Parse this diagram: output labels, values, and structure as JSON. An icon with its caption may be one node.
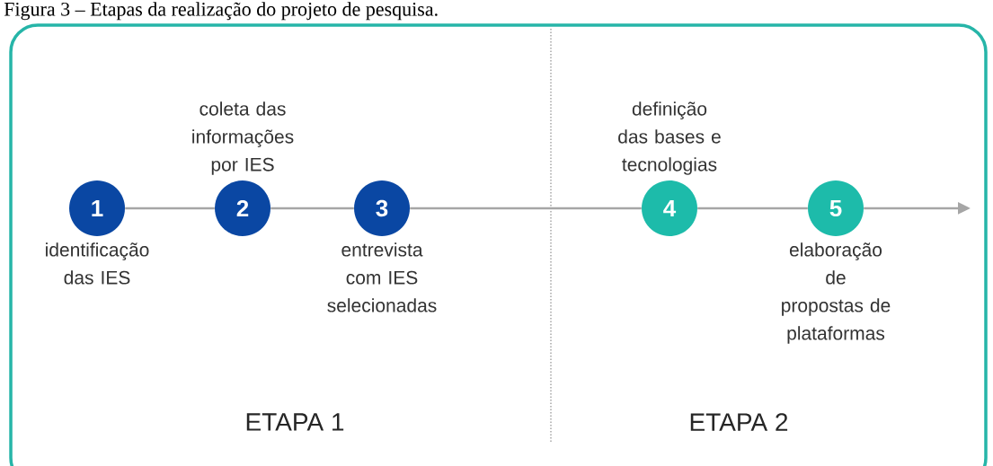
{
  "diagram": {
    "caption": "Figura 3 – Etapas da realização do projeto de pesquisa.",
    "nodes": [
      {
        "text": [
          "1"
        ],
        "beside": [
          "identificação das IES"
        ]
      },
      {
        "text": [
          "2"
        ],
        "beside": [
          "coleta das informações por IES"
        ]
      },
      {
        "text": [
          "3"
        ],
        "beside": [
          "entrevista com IES selecionadas"
        ]
      },
      {
        "text": [
          "4"
        ],
        "beside": [
          "definição das bases e tecnologias"
        ]
      },
      {
        "text": [
          "5"
        ],
        "beside": [
          "elaboração de propostas de plataformas"
        ]
      }
    ],
    "edges": [
      {
        "from": 0,
        "to": 1,
        "arrow": "none"
      },
      {
        "from": 1,
        "to": 2,
        "arrow": "none"
      },
      {
        "from": 2,
        "to": 3,
        "arrow": "none"
      },
      {
        "from": 3,
        "to": 4,
        "arrow": "none"
      },
      {
        "from": 4,
        "to": null,
        "arrow": "to"
      }
    ],
    "labels": [
      "ETAPA 1",
      "ETAPA 2"
    ]
  }
}
